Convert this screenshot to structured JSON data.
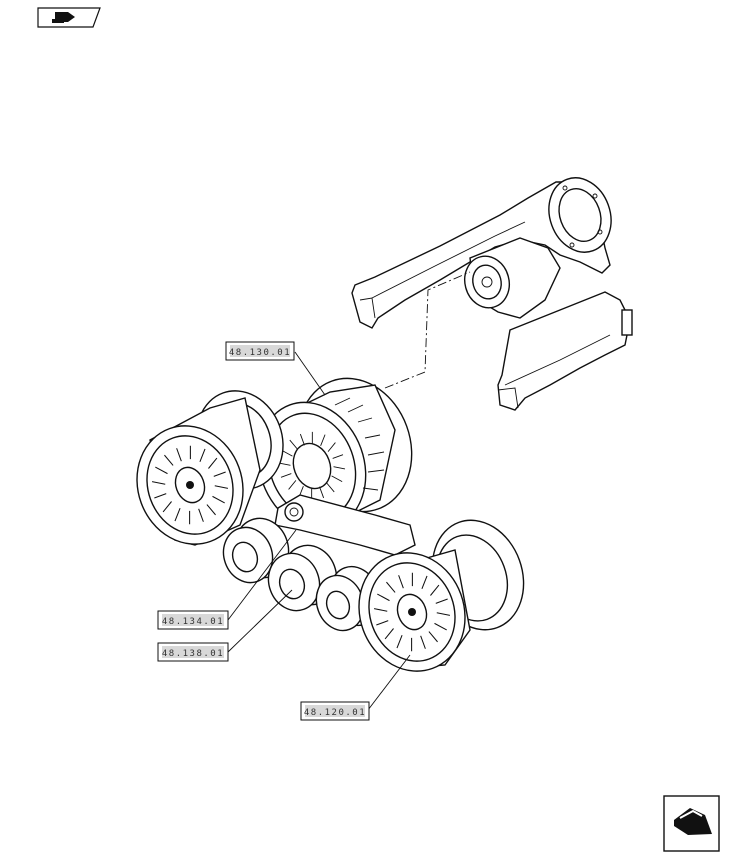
{
  "page": {
    "top_icon": "section-indicator-icon",
    "bottom_icon": "return-arrow-icon"
  },
  "callouts": [
    {
      "id": "callout-48-130",
      "text": "48.130.01"
    },
    {
      "id": "callout-48-134",
      "text": "48.134.01"
    },
    {
      "id": "callout-48-138",
      "text": "48.138.01"
    },
    {
      "id": "callout-48-120",
      "text": "48.120.01"
    }
  ],
  "colors": {
    "line": "#111111",
    "label_fill": "#d8d8d8",
    "background": "#ffffff"
  }
}
